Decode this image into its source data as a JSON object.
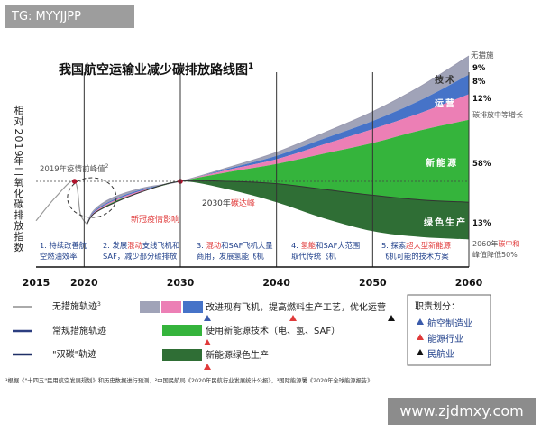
{
  "watermark_top": "TG: MYYJJPP",
  "watermark_bottom": "www.zjdmxy.com",
  "chart_data": {
    "type": "area",
    "title": "我国航空运输业减少碳排放路线图",
    "title_sup": "1",
    "ylabel": "相对2019年二氧化碳排放指数",
    "x_ticks": [
      "2015",
      "2020",
      "2030",
      "2040",
      "2050",
      "2060"
    ],
    "x_range": [
      2015,
      2060
    ],
    "index_range": [
      0,
      2.2
    ],
    "baseline_2019": 1.0,
    "curves": {
      "x": [
        2015,
        2017,
        2019,
        2019.6,
        2020.3,
        2021,
        2023,
        2026,
        2030,
        2035,
        2040,
        2045,
        2050,
        2055,
        2060
      ],
      "historical_and_bau": [
        0.66,
        0.86,
        1.0,
        0.72,
        0.63,
        0.75,
        0.86,
        0.94,
        1.0,
        1.12,
        1.25,
        1.42,
        1.6,
        1.82,
        2.08
      ],
      "after_tech": [
        null,
        null,
        null,
        null,
        0.63,
        0.74,
        0.84,
        0.93,
        1.0,
        1.11,
        1.22,
        1.37,
        1.52,
        1.7,
        1.92
      ],
      "after_ops": [
        null,
        null,
        null,
        null,
        0.63,
        0.73,
        0.83,
        0.92,
        1.0,
        1.1,
        1.19,
        1.32,
        1.45,
        1.59,
        1.75
      ],
      "after_industry_growth": [
        null,
        null,
        null,
        null,
        0.63,
        0.72,
        0.82,
        0.91,
        1.0,
        1.08,
        1.15,
        1.24,
        1.33,
        1.44,
        1.53
      ],
      "regular_path": [
        null,
        null,
        null,
        null,
        0.63,
        0.72,
        0.81,
        0.91,
        1.0,
        1.0,
        0.98,
        0.93,
        0.88,
        0.84,
        0.82
      ],
      "dual_carbon_path": [
        null,
        null,
        null,
        null,
        0.63,
        0.72,
        0.81,
        0.91,
        1.0,
        0.93,
        0.82,
        0.68,
        0.57,
        0.52,
        0.5
      ]
    },
    "series": [
      {
        "name": "技术",
        "pct": "9%",
        "color": "#a0a3b8"
      },
      {
        "name": "运营",
        "pct": "8%",
        "color": "#4673c8"
      },
      {
        "name": "碳排放中等增长",
        "pct": "12%",
        "color": "#ec7fb5"
      },
      {
        "name": "新能源",
        "pct": "58%",
        "color": "#35b43c"
      },
      {
        "name": "绿色生产",
        "pct": "13%",
        "color": "#2f6e35"
      }
    ],
    "right_labels": {
      "top": "无措施",
      "peak_2060": "2060年碳中和",
      "peak_2060_red": "碳中和",
      "peak_2060_prefix": "2060年",
      "peak_drop": "峰值降低50%"
    },
    "annotations": {
      "peak_2019": "2019年疫情前峰值",
      "peak_2019_sup": "2",
      "covid": "新冠疫情影响",
      "peak_2030_prefix": "2030年",
      "peak_2030_red": "碳达峰"
    },
    "stages": [
      {
        "lines": [
          {
            "plain": "1. 持续改善航"
          },
          {
            "plain": "空燃油效率"
          }
        ]
      },
      {
        "lines": [
          {
            "plain": "2. 发展",
            "red": "混动",
            "rest": "支线飞机和"
          },
          {
            "plain": "SAF，减少部分碳排放"
          }
        ]
      },
      {
        "lines": [
          {
            "plain": "3. ",
            "red": "混动",
            "rest": "和SAF飞机大量"
          },
          {
            "plain": "商用，发展氢能飞机"
          }
        ]
      },
      {
        "lines": [
          {
            "plain": "4. ",
            "red": "氢能",
            "rest": "和SAF大范围"
          },
          {
            "plain": "取代传统飞机"
          }
        ]
      },
      {
        "lines": [
          {
            "plain": "5. 探索",
            "red": "超大型新能源",
            "rest": ""
          },
          {
            "plain": "飞机可能的技术方案"
          }
        ]
      }
    ],
    "legend": {
      "no_measures": "无措施轨迹",
      "no_measures_sup": "3",
      "regular": "常规措施轨迹",
      "dual": "\"双碳\"轨迹",
      "item1": "改进现有飞机，提高燃料生产工艺，优化运营",
      "item2": "使用新能源技术（电、氢、SAF）",
      "item3": "新能源绿色生产",
      "resp_title": "职责划分：",
      "resp": [
        "航空制造业",
        "能源行业",
        "民航业"
      ],
      "resp_colors": [
        "#3b5bab",
        "#e03a3a",
        "#111111"
      ],
      "pink": "#ec7fb5",
      "green": "#35b43c",
      "darkgreen": "#2f6e35",
      "grey": "#a0a3b8",
      "blue": "#4673c8"
    },
    "footnote": "¹根据《\"十四五\"民用航空发展规划》和历史数据进行预测，²中国民航局《2020年民航行业发展统计公报》，³国际能源署《2020年全球能源报告》"
  }
}
